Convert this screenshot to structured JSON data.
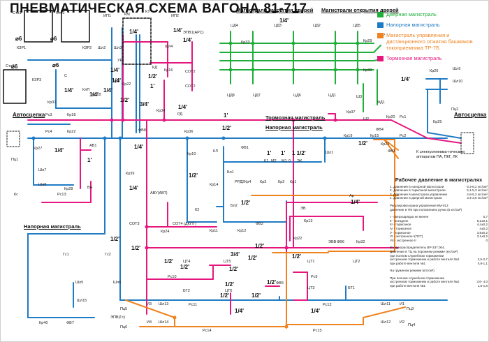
{
  "title": "ПНЕВМАТИЧЕСКАЯ СХЕМА ВАГОНА 81-717",
  "colors": {
    "door": "#1fae3a",
    "supply": "#1f7bc4",
    "control": "#f08320",
    "brake": "#e5177f",
    "black": "#111111"
  },
  "legend": [
    {
      "label": "Дверная магистраль",
      "color": "#1fae3a"
    },
    {
      "label": "Напорная магистраль",
      "color": "#1f7bc4"
    },
    {
      "label": "Магистраль управления и дистанционного отжатия башмаков токоприемника ТР-7Б",
      "color": "#f08320"
    },
    {
      "label": "Тормозная магистраль",
      "color": "#e5177f"
    }
  ],
  "annotations": {
    "door_close": "Магистрали закрытия дверей",
    "door_open": "Магистрали открытия дверей",
    "brake_main": "Тормозная магистраль",
    "supply_main": "Напорная магистраль",
    "supply_main_lower": "Напорная магистраль",
    "coupler_left": "Автосцепка",
    "coupler_right": "Автосцепка",
    "to_valves": "К электропневма-тическим аппаратам ПА, ПКГ, ЛК"
  },
  "component_labels": {
    "sto1": "Сто1",
    "sto2": "Сто2",
    "sto3": "Сто3",
    "kzr1": "КЗР1",
    "kzr2": "КЗР2",
    "kzr3": "КЗР3",
    "ip1": "ИП1",
    "ip2": "ИП2",
    "km": "КМ",
    "ku": "КУ",
    "ur": "УР",
    "kd": "КД",
    "epv1": "ЭПВ1(АРС)",
    "sot2a": "СОТ2",
    "sot2b": "СОТ2",
    "sot3": "СОТ3",
    "sot4": "СОТ4 (ДКПТ)",
    "shl2": "Шл2",
    "shl3": "Шл3",
    "shl4": "Шл4",
    "kr8": "Кр8",
    "kr16": "Кр16",
    "kr22a": "Кр22",
    "kr18": "Кр18",
    "kr31": "Кр31",
    "klp": "КлП",
    "c": "С",
    "kr34": "Кр34",
    "rd": "РД",
    "kr36": "Кр36",
    "fv8": "ФВ8",
    "kr10": "Кр10",
    "kl": "КЛ",
    "bl1": "Бл1",
    "fv1": "ФВ1",
    "k1": "К1",
    "m2": "М2",
    "m1": "М1",
    "o": "0",
    "ek": "ЭК",
    "shl1": "Шл1",
    "kr1": "Кр1",
    "kr2": "Кр2",
    "kr3": "Кр3",
    "kr4": "Кр4",
    "kr14": "Кр14",
    "rrd2": "РРД2",
    "bl2": "Бл2",
    "k2": "К2",
    "kr11": "Кр11",
    "kr12": "Кр12",
    "fv2": "ФВ2",
    "ev": "ЭВ",
    "ar": "Ар",
    "kr13": "Кр13",
    "kr22b": "Кр22",
    "evv": "ЭВВ",
    "fv6": "ФВ6",
    "kr32": "Кр32",
    "av1": "АВ1",
    "ava": "АВУ(АВТ)",
    "kr24": "Кр24",
    "kr39": "Кр39",
    "va": "ВА",
    "kc": "Кс",
    "rc13": "Рс13",
    "pc1": "Пц1",
    "pc2": "Пц2",
    "shl7": "Шл7",
    "shl8": "Шл8",
    "kr28": "Кр28",
    "kr27": "Кр27",
    "rc3": "Рс3",
    "rc4": "Рс4",
    "kr18b": "Кр18",
    "kr22c": "Кр22",
    "kr37": "Кр37",
    "fv4": "ФВ4",
    "kr20": "Кр20",
    "rc1": "Рс1",
    "kr15": "Кр15",
    "kr22d": "Кр22",
    "rc2": "Рс2",
    "kr19": "Кр19",
    "kr25": "Кр25",
    "kr26": "Кр26",
    "shl9": "Шл9",
    "shl10": "Шл10",
    "fv3": "ФВ3",
    "fd1": "ФД1",
    "sh3": "Ш3",
    "sh2": "Ш2",
    "dvr": "ДВР",
    "kr29": "Кр29",
    "kr30": "Кр30",
    "kr33": "Кр33",
    "cd1": "ЦД1",
    "cd2": "ЦД2",
    "cd3": "ЦД3",
    "cd4": "ЦД4",
    "cd5": "ЦД5",
    "cd6": "ЦД6",
    "cd7": "ЦД7",
    "cd8": "ЦД8",
    "gc1": "Гс1",
    "gc2": "Гс2",
    "shl5": "Шл5",
    "shl6": "Шл6",
    "shl15": "Шл15",
    "epvgc": "ЭПВ(Гс)",
    "kr40": "Кр40",
    "fv7": "ФВ7",
    "ct1": "ЦТ1",
    "ct2": "ЦТ2",
    "ct3": "ЦТ3",
    "ct4": "ЦТ4",
    "ct5": "ЦТ5",
    "ct6": "ЦТ6",
    "bt1": "БТ1",
    "bt2": "БТ2",
    "rc9": "Рс9",
    "rc10": "Рс10",
    "rc11": "Рс11",
    "rc12": "Рс12",
    "fv5": "ФВ5",
    "pc3": "Пц3",
    "pc4": "Пц4",
    "pc5": "Пц5",
    "pc6": "Пц6",
    "i1": "И1",
    "i2": "И2",
    "i3": "И3",
    "i4": "И4",
    "shl11": "Шл11",
    "shl12": "Шл12",
    "shl13": "Шл13",
    "shl14": "Шл14",
    "rc14": "Рс14",
    "rc15": "Рс15"
  },
  "pipe_sizes": {
    "q": "1/4'",
    "h": "1/2'",
    "t": "3/4'",
    "one": "1'",
    "one_half": "1 1/2'",
    "d6": "⌀6"
  },
  "info": {
    "heading": "Рабочее давление в магистралях",
    "pressures": [
      {
        "label": "1. Давление в напорной магистрали",
        "value": "6,3-8,2 кгс/см²"
      },
      {
        "label": "2. Давление в тормозной магистрали",
        "value": "5,1-5,3 кгс/см²"
      },
      {
        "label": "3. Давление в магистрали управления",
        "value": "4,8-5,2 кгс/см²"
      },
      {
        "label": "4. Давление в дверной магистрали",
        "value": "3,4-3,6 кгс/см²"
      }
    ],
    "km_title": "Регулировка крана управления КМ-013",
    "km_subtitle": "давление в ТМ при положениях ручки (в кгс/см²)",
    "km_positions": [
      {
        "label": "I - сверхзарядка не менее",
        "value": "5,7"
      },
      {
        "label": "II - поездное",
        "value": "5,2±0,1"
      },
      {
        "label": "III - тормозное",
        "value": "4,4±0,2"
      },
      {
        "label": "IV - тормозное",
        "value": "4±0,2"
      },
      {
        "label": "V - тормозное",
        "value": "3,8±0,2"
      },
      {
        "label": "VI - экстренное I(ПСТ)",
        "value": "3,1±0,2"
      },
      {
        "label": "VII - экстренное II",
        "value": "0"
      }
    ],
    "vr_title": "Воздухораспределитель ВР-337.004.",
    "vr_empty_title": "Давление в ТЦ на порожнем режиме (кгс/см²)",
    "vr_empty": [
      {
        "label": "при полном служебном торможении",
        "value": ""
      },
      {
        "label": "экстренном торможении и работе вентиля №2",
        "value": "2,5-2,7"
      },
      {
        "label": "при работе вентиля №1",
        "value": "0,9-1,1"
      }
    ],
    "vr_loaded_title": "На груженом режиме (кгс/см²)",
    "vr_loaded": [
      {
        "label": "При полном служебном торможении",
        "value": ""
      },
      {
        "label": "экстренном торможении и работе вентиля №2",
        "value": "3,6- 4,0"
      },
      {
        "label": "при работе вентиля №1",
        "value": "1,6-1,8"
      }
    ]
  }
}
